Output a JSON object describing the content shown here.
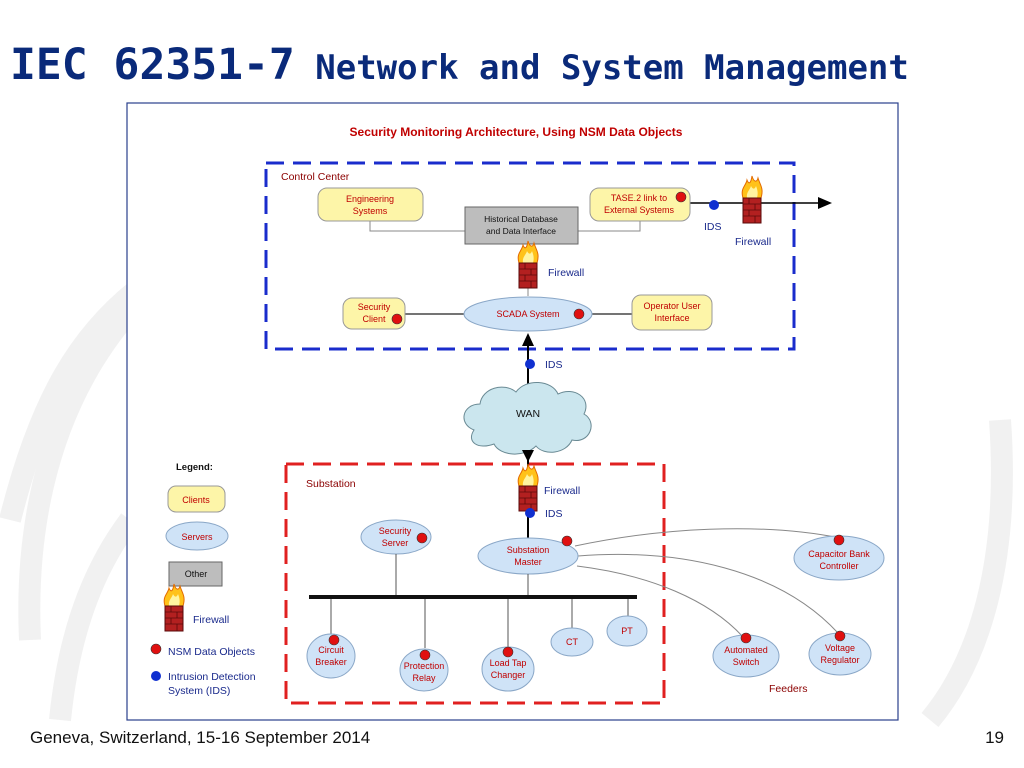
{
  "slide": {
    "title_main": "IEC 62351-7",
    "title_rest": " Network and System Management",
    "footer": "Geneva, Switzerland, 15-16 September 2014",
    "page_number": "19"
  },
  "diagram": {
    "title": "Security Monitoring Architecture, Using NSM Data Objects",
    "control_center": {
      "label": "Control Center",
      "engineering_systems": [
        "Engineering",
        "Systems"
      ],
      "tase_link": [
        "TASE.2 link to",
        "External Systems"
      ],
      "historical_db": [
        "Historical Database",
        "and Data Interface"
      ],
      "firewall_label": "Firewall",
      "outer_firewall_label": "Firewall",
      "outer_ids_label": "IDS",
      "security_client": [
        "Security",
        "Client"
      ],
      "scada_system": "SCADA System",
      "operator_ui": [
        "Operator User",
        "Interface"
      ]
    },
    "wan": {
      "label": "WAN",
      "ids_label": "IDS"
    },
    "substation": {
      "label": "Substation",
      "firewall_label": "Firewall",
      "ids_label": "IDS",
      "security_server": [
        "Security",
        "Server"
      ],
      "substation_master": [
        "Substation",
        "Master"
      ],
      "circuit_breaker": [
        "Circuit",
        "Breaker"
      ],
      "protection_relay": [
        "Protection",
        "Relay"
      ],
      "load_tap_changer": [
        "Load Tap",
        "Changer"
      ],
      "ct": "CT",
      "pt": "PT"
    },
    "feeders": {
      "label": "Feeders",
      "capacitor_bank": [
        "Capacitor Bank",
        "Controller"
      ],
      "automated_switch": [
        "Automated",
        "Switch"
      ],
      "voltage_regulator": [
        "Voltage",
        "Regulator"
      ]
    },
    "legend": {
      "title": "Legend:",
      "clients": "Clients",
      "servers": "Servers",
      "other": "Other",
      "firewall": "Firewall",
      "nsm": "NSM Data Objects",
      "ids_line1": "Intrusion Detection",
      "ids_line2": "System (IDS)"
    }
  },
  "colors": {
    "title": "#0a2a7a",
    "control_center_border": "#1a2ccc",
    "substation_border": "#e02020",
    "client_fill": "#fdf5a8",
    "server_fill": "#cfe3f7",
    "other_fill": "#bdbdbd",
    "cloud_fill": "#cbe6ee",
    "nsm_dot": "#e01010",
    "ids_dot": "#1030d0"
  }
}
